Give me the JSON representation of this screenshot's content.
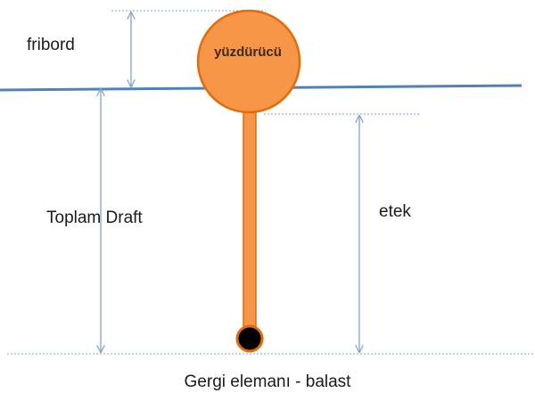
{
  "labels": {
    "freeboard": "fribord",
    "total_draft": "Toplam Draft",
    "skirt": "etek",
    "float": "yüzdürücü",
    "bottom": "Gergi elemanı - balast"
  },
  "colors": {
    "water_line": "#4f81bd",
    "float_fill": "#f79646",
    "float_stroke": "#e36c09",
    "ballast": "#000000",
    "dimension": "#7fa3cf"
  }
}
